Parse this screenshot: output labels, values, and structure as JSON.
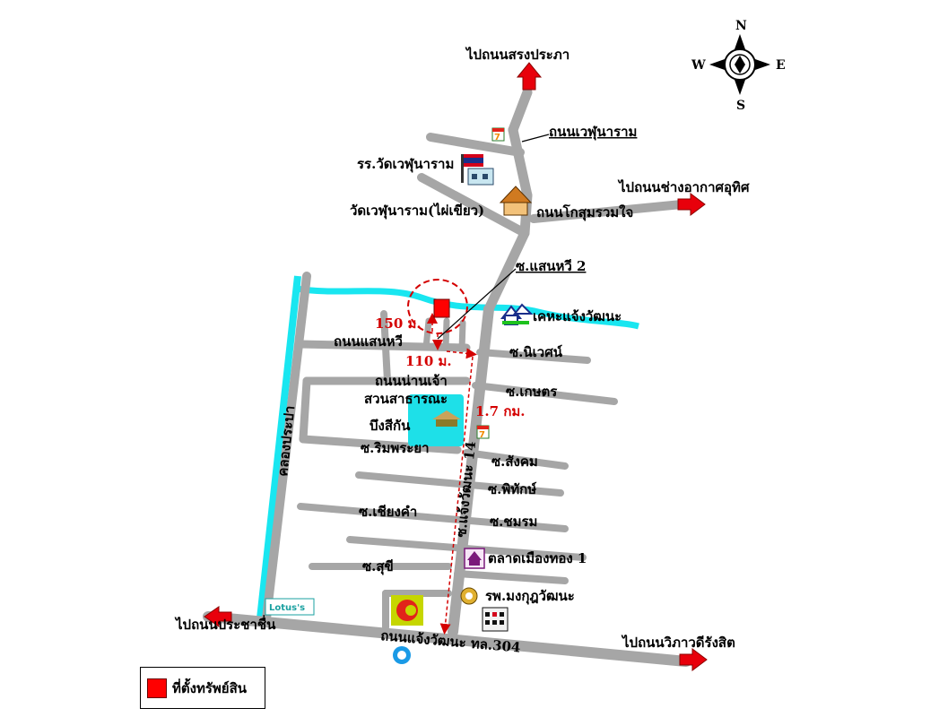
{
  "map": {
    "dest_north": "ไปถนนสรงประภา",
    "dest_east_upper": "ไปถนนช่างอากาศอุทิศ",
    "dest_west": "ไปถนนประชาชื่น",
    "dest_east_lower": "ไปถนนวิภาวดีรังสิต",
    "road_wephu": "ถนนเวฬุนาราม",
    "school": "รร.วัดเวฬุนาราม",
    "temple": "วัดเวฬุนาราม(ไผ่เขียว)",
    "road_khosum": "ถนนโกสุมรวมใจ",
    "soi_saenkhri2": "ซ.แสนหวี 2",
    "housing": "เคหะแจ้งวัฒนะ",
    "road_saenkhri": "ถนนแสนหวี",
    "soi_niwet": "ซ.นิเวศน์",
    "road_nangchao": "ถนนน่านเจ้า",
    "soi_kaset": "ซ.เกษตร",
    "park_line1": "สวนสาธารณะ",
    "park_line2": "บึงสีกัน",
    "khlong": "คลองประปา",
    "soi_rimphraya": "ซ.ริมพระยา",
    "soi_sangkhom": "ซ.สังคม",
    "soi_phithak": "ซ.พิทักษ์",
    "soi_jaengwattana14": "ซ.แจ้งวัฒนะ 14",
    "soi_chiangkham": "ซ.เชียงคำ",
    "soi_chomrom": "ซ.ชมรม",
    "market": "ตลาดเมืองทอง 1",
    "soi_sukhi": "ซ.สุขี",
    "hospital": "รพ.มงกุฎวัฒนะ",
    "main_road": "ถนนแจ้งวัฒนะ ทล.304",
    "store_lotus": "Lotus's",
    "dist_150": "150 ม.",
    "dist_110": "110 ม.",
    "dist_17": "1.7 กม.",
    "store_7eleven": "7"
  },
  "compass": {
    "n": "N",
    "s": "S",
    "e": "E",
    "w": "W"
  },
  "legend": {
    "label": "ที่ตั้งทรัพย์สิน",
    "color": "#ff0000"
  },
  "colors": {
    "road": "#a6a6a6",
    "water": "#19e6f0",
    "arrow": "#e8000b",
    "pond": "#1ee0e8"
  }
}
